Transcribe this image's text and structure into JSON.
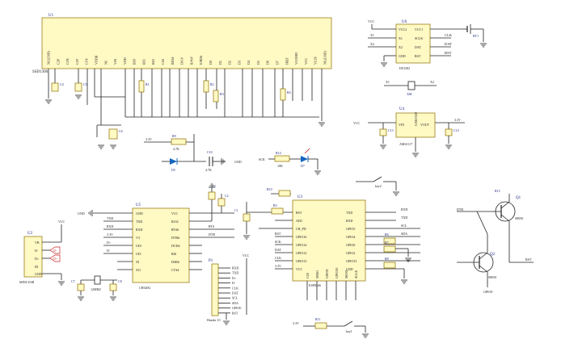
{
  "colors": {
    "body": "#fff9c4",
    "outline": "#8d6e00",
    "wire": "#222222",
    "refdes": "#1a237e",
    "diode": "#1565c0",
    "arrow": "#c62828"
  },
  "u1": {
    "ref": "U1",
    "part": "SSD1306",
    "pins": [
      "NC(GND)",
      "C2P",
      "C2N",
      "C1P",
      "C1N",
      "VDDB",
      "NC",
      "VSS",
      "VDD",
      "BS0",
      "BS1",
      "BS2",
      "CS#",
      "RES#",
      "D/C#",
      "R/W#",
      "E/RD#",
      "D0",
      "D1",
      "D2",
      "D3",
      "D4",
      "D5",
      "D6",
      "D7",
      "IREF",
      "VCOMH",
      "VCC",
      "VLSS",
      "NC(GND)"
    ],
    "c": [
      "C4",
      "C5",
      "C6"
    ],
    "r": [
      "R1",
      "R2",
      "R3",
      "R4"
    ]
  },
  "u6": {
    "ref": "U6",
    "part": "DS1302",
    "left": [
      "VCC2",
      "X1",
      "X2",
      "GND"
    ],
    "right": [
      "VCC1",
      "SCLK",
      "DAT",
      "RST"
    ],
    "nets": [
      "CLK",
      "DAT",
      "RST"
    ],
    "xtal": [
      "X1",
      "X2"
    ],
    "batt": "BT1",
    "vcc": "VCC"
  },
  "y1": {
    "ref": "Y1",
    "part": "32K",
    "pins": [
      "X1",
      "X2"
    ]
  },
  "u4": {
    "ref": "U4",
    "part": "AMS1117",
    "pins": [
      "VIN",
      "GND/ADJ",
      "VOUT"
    ],
    "in": "VCC",
    "out": "3.3V",
    "cin": "C13",
    "cout": "C14"
  },
  "led": {
    "supply": "3.3V",
    "r": "R9",
    "rv": "4.7K",
    "d": "D5",
    "c": "C10",
    "cv": "4.7K",
    "gnd": "GND",
    "net": "SCK",
    "r2": "R14",
    "r2v": "10K",
    "d2": "D7"
  },
  "u5": {
    "ref": "U5",
    "part": "CH340G",
    "left": [
      "GND",
      "TXD",
      "RXD",
      "V3",
      "UD+",
      "UD-",
      "XI",
      "XO"
    ],
    "right": [
      "VCC",
      "R232",
      "RTS#",
      "DTR#",
      "DCD#",
      "RI#",
      "DSR#",
      "CTS#"
    ],
    "nets": [
      "GND",
      "TXD",
      "RXD",
      "3.3V",
      "D+",
      "D-",
      "RTS",
      "DTR"
    ]
  },
  "u3": {
    "ref": "U3",
    "part": "ESP8266",
    "left": [
      "RST",
      "ADC",
      "CH_PD",
      "GPIO16",
      "GPIO14",
      "GPIO12",
      "GPIO13",
      "VCC"
    ],
    "right": [
      "TXD",
      "RXD",
      "GPIO5",
      "GPIO4",
      "GPIO0",
      "GPIO2",
      "GPIO15",
      "GND"
    ],
    "bottom": [
      "CS0",
      "MISO",
      "GPIO9",
      "GPIO10",
      "MOSI",
      "SCLK"
    ],
    "nets": {
      "left": [
        "RST",
        "",
        "",
        "RST",
        "SCK",
        "DAT",
        "CLK",
        "3.3V"
      ],
      "right": [
        "RXD",
        "TXD",
        "SCL",
        "SDA",
        "",
        "",
        "",
        ""
      ]
    },
    "caps": [
      "C1",
      "C2",
      "C3"
    ],
    "res": [
      "R5",
      "R6",
      "R7",
      "R8",
      "R10",
      "R11",
      "R12",
      "R13"
    ],
    "key1": "key1",
    "key2": "key2"
  },
  "usb": {
    "ref": "U2",
    "part": "MINI-USB",
    "pins": [
      "VB",
      "D-",
      "D+",
      "ID",
      "GND"
    ]
  },
  "xtal2": {
    "ref": "Y2",
    "part": "12MHZ",
    "caps": [
      "C7",
      "C8"
    ]
  },
  "header": {
    "ref": "P1",
    "part": "Header 10",
    "pins": [
      "RXD",
      "TXD",
      "D+",
      "D-",
      "CLK",
      "DAT",
      "SCL",
      "SDA",
      "GPIO0",
      "RST"
    ]
  },
  "q": {
    "top": {
      "ref": "Q1",
      "part": "S8050"
    },
    "bot": {
      "ref": "Q2",
      "part": "S8050"
    },
    "in": "DTR",
    "in2": "RTS",
    "rst": "RST",
    "gpio": "GPIO0",
    "res": "R15"
  }
}
